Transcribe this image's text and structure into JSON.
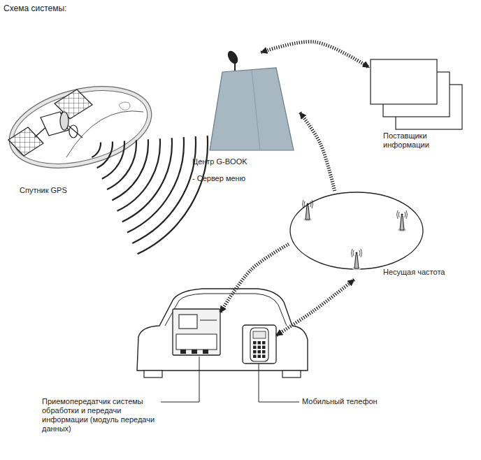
{
  "diagram": {
    "title": "Схема системы:",
    "nodes": [
      {
        "text": [
          "Центр G-BOOK",
          "- Сервер меню"
        ]
      },
      {
        "text": [
          "Поставщики информации"
        ]
      },
      {
        "text": [
          "Несущая частота"
        ]
      },
      {
        "text": [
          "Приемопередатчик системы обработки и передачи информации (модуль передачи данных)"
        ]
      },
      {
        "text": [
          "Мобильный телефон"
        ]
      }
    ],
    "edges": [
      {
        "from": 0,
        "to": 1,
        "arrow": "both"
      },
      {
        "from": 2,
        "to": 0,
        "arrow": "to"
      },
      {
        "from": 2,
        "to": 3,
        "arrow": "to"
      },
      {
        "from": 2,
        "to": 4,
        "arrow": "both"
      }
    ],
    "labels": [
      "Спутник GPS"
    ]
  }
}
